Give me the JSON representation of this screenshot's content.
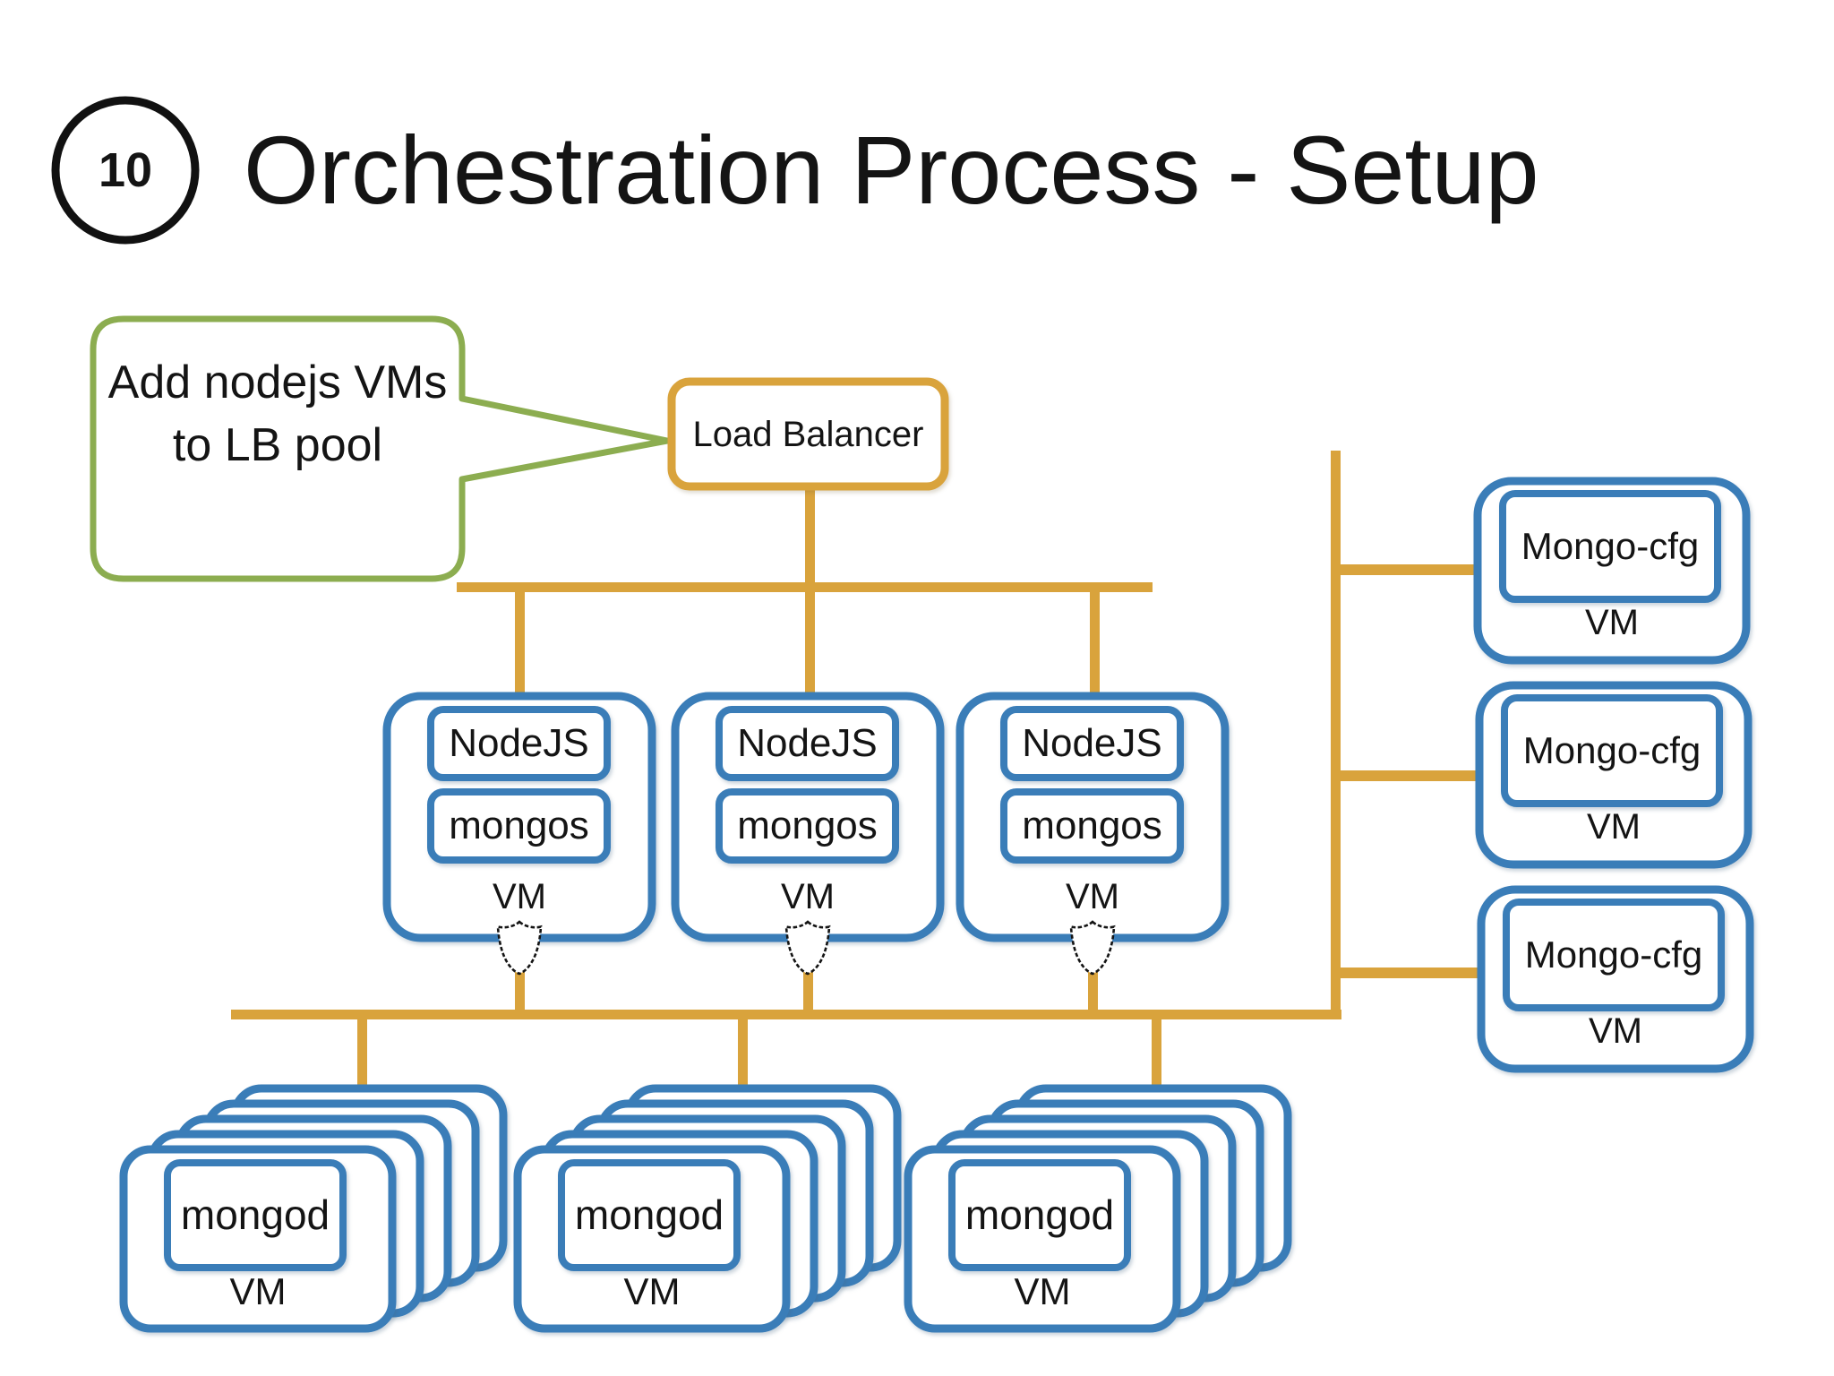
{
  "slide": {
    "badge": "10",
    "title": "Orchestration Process - Setup"
  },
  "callout": {
    "line1": "Add nodejs VMs",
    "line2": "to LB pool"
  },
  "load_balancer": {
    "label": "Load Balancer"
  },
  "app_tier": {
    "vms": [
      {
        "service1": "NodeJS",
        "service2": "mongos",
        "label": "VM"
      },
      {
        "service1": "NodeJS",
        "service2": "mongos",
        "label": "VM"
      },
      {
        "service1": "NodeJS",
        "service2": "mongos",
        "label": "VM"
      }
    ]
  },
  "config_tier": {
    "vms": [
      {
        "service": "Mongo-cfg",
        "label": "VM"
      },
      {
        "service": "Mongo-cfg",
        "label": "VM"
      },
      {
        "service": "Mongo-cfg",
        "label": "VM"
      }
    ]
  },
  "data_tier": {
    "stacks": [
      {
        "service": "mongod",
        "label": "VM",
        "card_count": 5
      },
      {
        "service": "mongod",
        "label": "VM",
        "card_count": 5
      },
      {
        "service": "mongod",
        "label": "VM",
        "card_count": 5
      }
    ]
  },
  "colors": {
    "connector_orange": "#D9A33C",
    "callout_green": "#8CAD50",
    "box_blue": "#3A7DB8",
    "text_dark": "#141414"
  }
}
